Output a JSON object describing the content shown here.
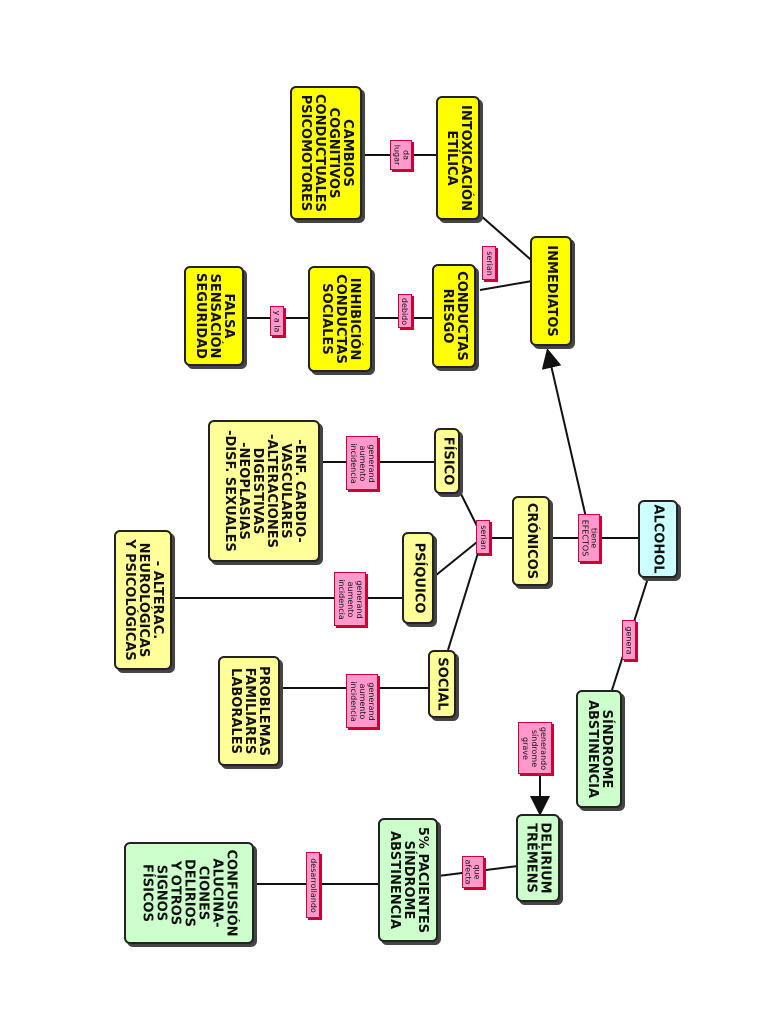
{
  "nodes": {
    "alcohol": "ALCOHOL",
    "inmediatos": "INMEDIATOS",
    "cronicos": "CRÓNICOS",
    "sindrome_abstinencia": "SÍNDROME\nABSTINENCIA",
    "intoxicacion": "INTOXICACIÓN\nETÍLICA",
    "cambios": "CAMBIOS\nCOGNITIVOS\nCONDUCTUALES\nPSICOMOTORES",
    "conductas_riesgo": "CONDUCTAS\nRIESGO",
    "inhibicion": "INHIBICIÓN\nCONDUCTAS\nSOCIALES",
    "falsa": "FALSA\nSENSACIÓN\nSEGURIDAD",
    "fisico": "FÍSICO",
    "fisico_detail": "-ENF. CARDIO-\nVASCULARES\n-ALTERACIONES\nDIGESTIVAS\n-NEOPLASIAS\n-DISF. SEXUALES",
    "psiquico": "PSÍQUICO",
    "psiquico_detail": "- ALTERAC.\nNEUROLÓGICAS\nY PSICOLÓGICAS",
    "social": "SOCIAL",
    "social_detail": "PROBLEMAS\nFAMILIARES\nLABORALES",
    "delirium": "DELIRIUM\nTRÉMENS",
    "pacientes": "5% PACIENTES\nSÍNDROME\nABSTINENCIA",
    "confusion": "CONFUSIÓN\nALUCINA-\nCIONES\nDELIRIOS\nY OTROS\nSIGNOS\nFÍSICOS"
  },
  "labels": {
    "tiene_efectos": "tiene\nEFECTOS",
    "genera": "genera",
    "serian_top": "serian",
    "da_lugar": "da\nlugar",
    "debido": "debido",
    "y_a_la": "y a la",
    "serian_mid": "serian",
    "gen_fisico": "generand\naumento\nincidencia",
    "gen_psiquico": "generand\naumento\nincidencia",
    "gen_social": "generand\naumento\nincidencia",
    "gen_sindrome": "generando\nsíndrome\ngrave",
    "que_afecta": "que\nafecta",
    "desarrollando": "desarrollando"
  },
  "colors": {
    "yellow": "#ffff00",
    "pale_yellow": "#ffff99",
    "green": "#ccffcc",
    "cyan": "#ccffff",
    "label_pink": "#ff99cc",
    "label_border": "#cc0033"
  }
}
